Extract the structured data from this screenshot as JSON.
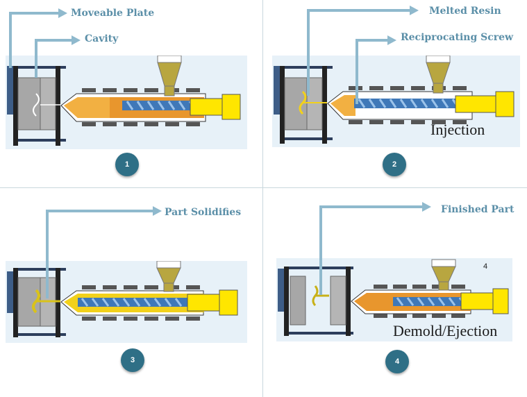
{
  "colors": {
    "callout": "#8fb9cd",
    "label": "#5b8fa8",
    "badge": "#2f6f86",
    "panel_bg": "#e7f1f8",
    "barrel_orange": "#e8962d",
    "hopper_resin": "#b8a640",
    "plunger_yellow": "#ffe600",
    "screw_blue": "#3f78b8",
    "mold_gray": "#a7a7a7"
  },
  "panels": [
    {
      "badge": "1",
      "callouts": [
        "Moveable Plate",
        "Cavity"
      ],
      "caption": "",
      "corner_number": ""
    },
    {
      "badge": "2",
      "callouts": [
        "Melted Resin",
        "Reciprocating Screw"
      ],
      "caption": "Injection",
      "corner_number": ""
    },
    {
      "badge": "3",
      "callouts": [
        "Part Solidifies"
      ],
      "caption": "",
      "corner_number": ""
    },
    {
      "badge": "4",
      "callouts": [
        "Finished Part"
      ],
      "caption": "Demold/Ejection",
      "corner_number": "4"
    }
  ]
}
